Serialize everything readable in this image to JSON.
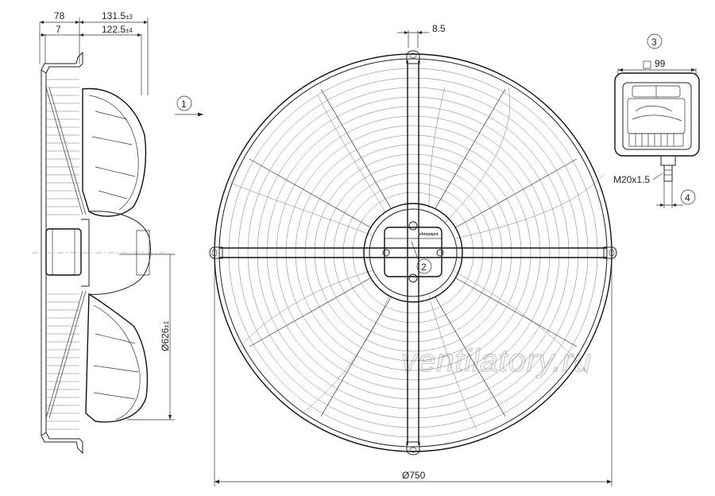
{
  "dimensions": {
    "side_total": "78",
    "side_offset": "7",
    "depth_outer": "131.5",
    "depth_outer_tol": "±3",
    "depth_inner": "122.5",
    "depth_inner_tol": "±4",
    "blade_diameter": "Ø626",
    "blade_diameter_tol": "±1",
    "slot_width": "8.5",
    "guard_diameter": "Ø750",
    "box_width": "99",
    "cable_gland": "M20x1.5"
  },
  "callouts": [
    "1",
    "2",
    "3",
    "4"
  ],
  "hub_logo": "ebmpapst",
  "watermark": "ventilatory.ru"
}
